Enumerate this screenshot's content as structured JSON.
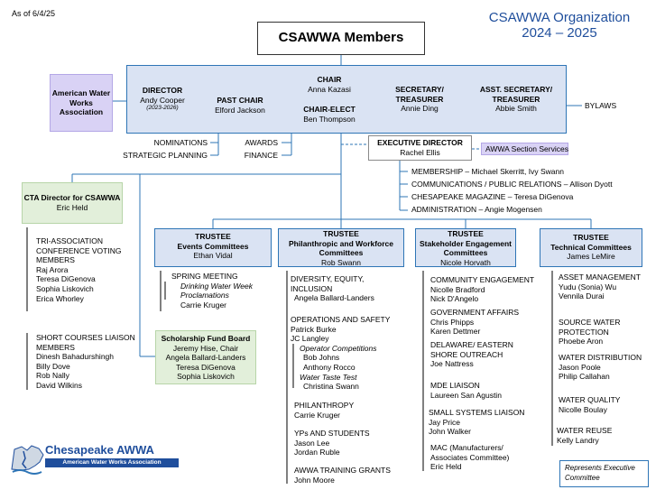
{
  "as_of": "As of 6/4/25",
  "org_title": {
    "line1": "CSAWWA Organization",
    "line2": "2024 – 2025"
  },
  "members_title": "CSAWWA Members",
  "awwa_box": "American Water Works Association",
  "board": {
    "director": {
      "title": "DIRECTOR",
      "name": "Andy Cooper",
      "term": "(2023-2026)"
    },
    "past_chair": {
      "title": "PAST CHAIR",
      "name": "Elford Jackson"
    },
    "chair": {
      "title": "CHAIR",
      "name": "Anna Kazasi"
    },
    "chair_elect": {
      "title": "CHAIR-ELECT",
      "name": "Ben Thompson"
    },
    "secretary": {
      "title1": "SECRETARY/",
      "title2": "TREASURER",
      "name": "Annie Ding"
    },
    "asst_secretary": {
      "title1": "ASST. SECRETARY/",
      "title2": "TREASURER",
      "name": "Abbie Smith"
    }
  },
  "bylaws": "BYLAWS",
  "past_chair_committees": [
    "NOMINATIONS",
    "STRATEGIC PLANNING"
  ],
  "chair_elect_committees": [
    "AWARDS",
    "FINANCE"
  ],
  "executive_director": {
    "title": "EXECUTIVE DIRECTOR",
    "name": "Rachel Ellis"
  },
  "section_services": "AWWA Section Services",
  "exec_items": [
    "MEMBERSHIP – Michael Skerritt, Ivy Swann",
    "COMMUNICATIONS / PUBLIC RELATIONS – Allison Dyott",
    "CHESAPEAKE MAGAZINE – Teresa DiGenova",
    "ADMINISTRATION – Angie Mogensen"
  ],
  "cta": {
    "title": "CTA Director for CSAWWA",
    "name": "Eric Held",
    "voting_heading": [
      "TRI-ASSOCIATION",
      "CONFERENCE VOTING",
      "MEMBERS"
    ],
    "voting_members": [
      "Raj Arora",
      "Teresa DiGenova",
      "Sophia Liskovich",
      "Erica Whorley"
    ],
    "liaison_heading": [
      "SHORT COURSES LIAISON",
      "MEMBERS"
    ],
    "liaison_members": [
      "Dinesh Bahadurshingh",
      "Billy Dove",
      "Rob Nally",
      "David Wilkins"
    ]
  },
  "scholarship": {
    "title": "Scholarship Fund Board",
    "members": [
      "Jeremy Hise, Chair",
      "Angela Ballard-Landers",
      "Teresa DiGenova",
      "Sophia Liskovich"
    ]
  },
  "trustees": {
    "events": {
      "title1": "TRUSTEE",
      "title2": "Events Committees",
      "name": "Ethan Vidal",
      "c1_heading": "SPRING MEETING",
      "c1_sub": [
        "Drinking Water Week",
        "Proclamations"
      ],
      "c1_name": "Carrie Kruger"
    },
    "philanthropic": {
      "title1": "TRUSTEE",
      "title2": "Philanthropic and Workforce",
      "title3": "Committees",
      "name": "Rob Swann",
      "dei_heading": [
        "DIVERSITY, EQUITY,",
        "INCLUSION"
      ],
      "dei_name": "Angela Ballard-Landers",
      "ops_heading": "OPERATIONS AND SAFETY",
      "ops_names": [
        "Patrick Burke",
        "JC Langley"
      ],
      "ops_comp_heading": "Operator Competitions",
      "ops_comp_names": [
        "Bob Johns",
        "Anthony Rocco"
      ],
      "taste_heading": "Water Taste Test",
      "taste_name": "Christina Swann",
      "phil_heading": "PHILANTHROPY",
      "phil_name": "Carrie Kruger",
      "yps_heading": "YPs AND STUDENTS",
      "yps_names": [
        "Jason Lee",
        "Jordan Ruble"
      ],
      "grants_heading": "AWWA TRAINING GRANTS",
      "grants_name": "John Moore"
    },
    "stakeholder": {
      "title1": "TRUSTEE",
      "title2": "Stakeholder Engagement",
      "title3": "Committees",
      "name": "Nicole Horvath",
      "ce_heading": "COMMUNITY ENGAGEMENT",
      "ce_names": [
        "Nicolle Bradford",
        "Nick D'Angelo"
      ],
      "ga_heading": "GOVERNMENT AFFAIRS",
      "ga_names": [
        "Chris Phipps",
        "Karen Dettmer"
      ],
      "de_heading": [
        "DELAWARE/ EASTERN",
        "SHORE OUTREACH"
      ],
      "de_name": "Joe Nattress",
      "mde_heading": "MDE LIAISON",
      "mde_name": "Laureen San Agustin",
      "ssl_heading": "SMALL SYSTEMS LIAISON",
      "ssl_names": [
        "Jay Price",
        "John Walker"
      ],
      "mac_heading": [
        "MAC (Manufacturers/",
        "Associates Committee)"
      ],
      "mac_name": "Eric Held"
    },
    "technical": {
      "title1": "TRUSTEE",
      "title2": "Technical Committees",
      "name": "James LeMire",
      "am_heading": "ASSET MANAGEMENT",
      "am_names": [
        "Yudu (Sonia) Wu",
        "Vennila  Durai"
      ],
      "swp_heading": [
        "SOURCE WATER",
        "PROTECTION"
      ],
      "swp_name": "Phoebe Aron",
      "wd_heading": "WATER DISTRIBUTION",
      "wd_names": [
        "Jason Poole",
        "Philip Callahan"
      ],
      "wq_heading": "WATER QUALITY",
      "wq_name": "Nicolle Boulay",
      "wr_heading": "WATER REUSE",
      "wr_name": "Kelly Landry"
    }
  },
  "legend": [
    "Represents Executive",
    "Committee"
  ],
  "logo": {
    "name": "Chesapeake AWWA",
    "sub": "American Water Works Association"
  },
  "colors": {
    "accent": "#2e75b6",
    "title": "#1f4e9c",
    "board_fill": "#dae3f3",
    "cta_fill": "#e2efda",
    "awwa_fill": "#d9d2f5"
  }
}
